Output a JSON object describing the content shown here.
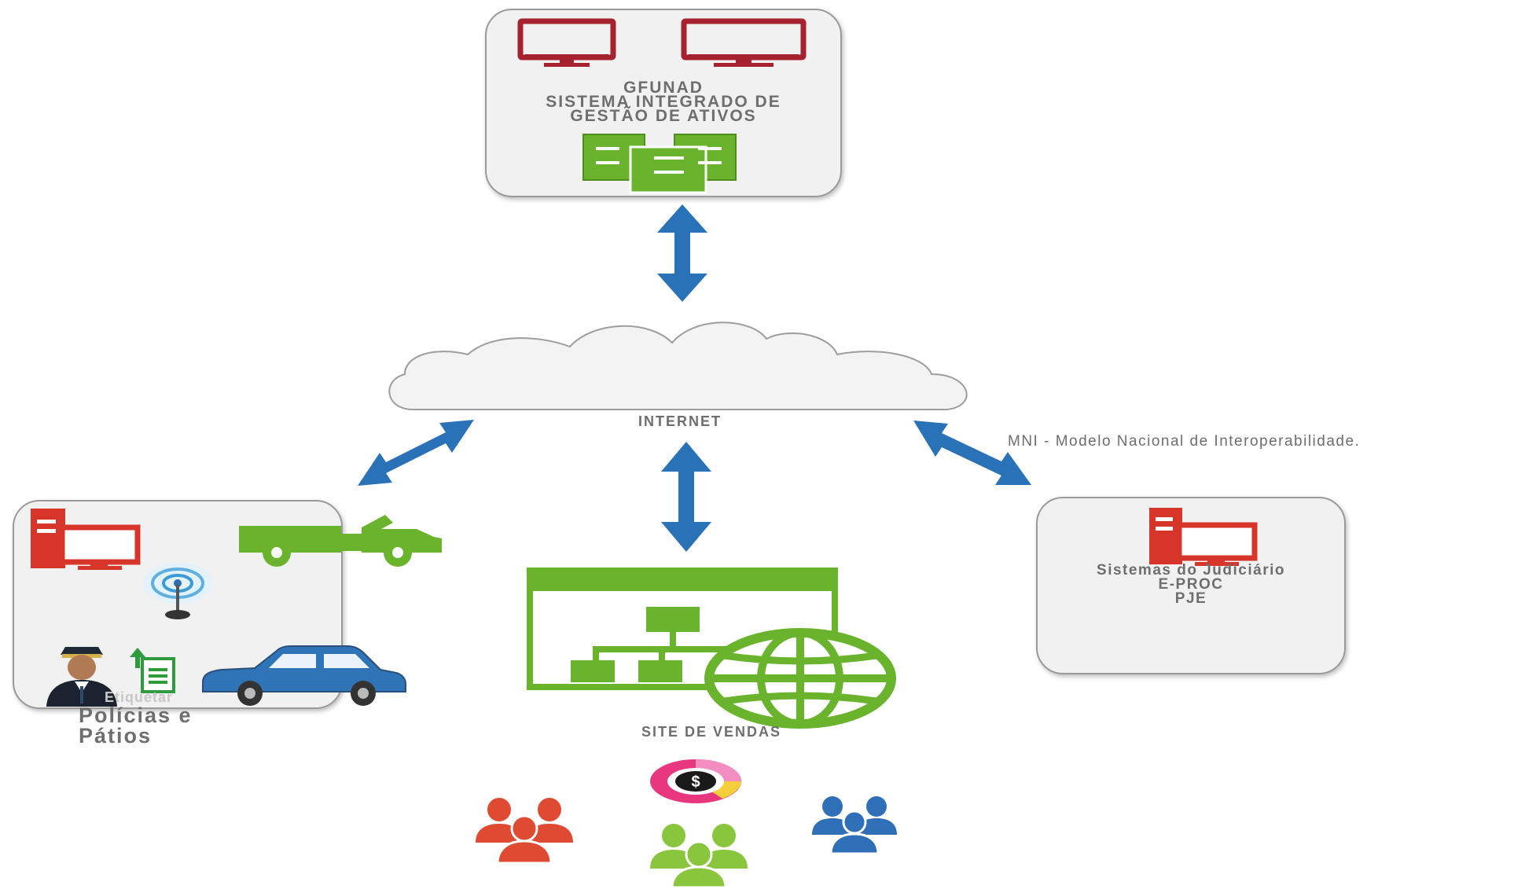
{
  "colors": {
    "red": "#c0392b",
    "darkred": "#a5222e",
    "green": "#6ab42d",
    "blue": "#2a72b8",
    "label_gray": "#6e6e6e"
  },
  "gfunad": {
    "line1": "GFUNAD",
    "line2": "SISTEMA INTEGRADO DE",
    "line3": "GESTÃO DE ATIVOS",
    "icons": [
      "monitor-icon",
      "monitor-icon",
      "server-icon"
    ]
  },
  "internet": {
    "label": "INTERNET",
    "icon": "cloud-icon"
  },
  "mni_label": "MNI - Modelo Nacional de Interoperabilidade.",
  "judiciario": {
    "line1": "Sistemas do Judiciário",
    "line2": "E-PROC",
    "line3": "PJE",
    "icon": "computer-icon"
  },
  "policias": {
    "line1": "Polícias e",
    "line2": "Pátios",
    "faded_label": "Etiquetar",
    "icons": [
      "computer-icon",
      "truck-icon",
      "antenna-icon",
      "police-officer-icon",
      "document-upload-icon",
      "car-icon"
    ]
  },
  "site_vendas": {
    "label": "SITE DE VENDAS",
    "icons": [
      "sitemap-icon",
      "globe-icon",
      "dollar-icon"
    ]
  },
  "users": [
    "users-red-icon",
    "users-green-icon",
    "users-blue-icon"
  ]
}
